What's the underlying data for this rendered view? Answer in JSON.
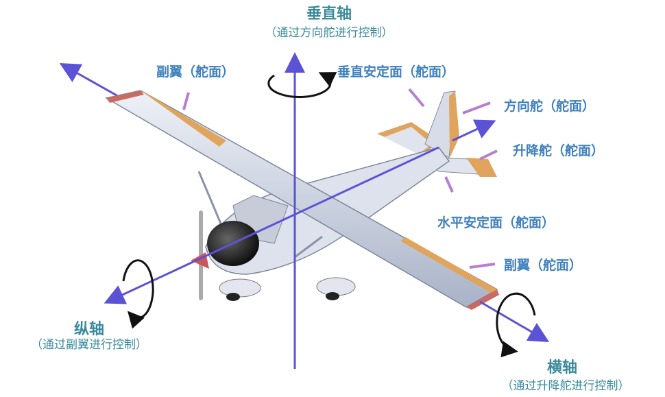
{
  "axes": {
    "vertical": {
      "title": "垂直轴",
      "subtitle": "（通过方向舵进行控制）"
    },
    "longitudinal": {
      "title": "纵轴",
      "subtitle": "（通过副翼进行控制）"
    },
    "lateral": {
      "title": "横轴",
      "subtitle": "（通过升降舵进行控制）"
    }
  },
  "labels": {
    "aileron_left": "副翼（舵面）",
    "vertical_stabilizer": "垂直安定面（舵面）",
    "rudder": "方向舵（舵面）",
    "elevator": "升降舵（舵面）",
    "horizontal_stabilizer": "水平安定面（舵面）",
    "aileron_right": "副翼（舵面）"
  },
  "colors": {
    "axis": "#5b52d6",
    "label": "#3f80bf",
    "title": "#3a8a9c",
    "leader": "#b77fce",
    "control_surface": "#e0a45c"
  }
}
